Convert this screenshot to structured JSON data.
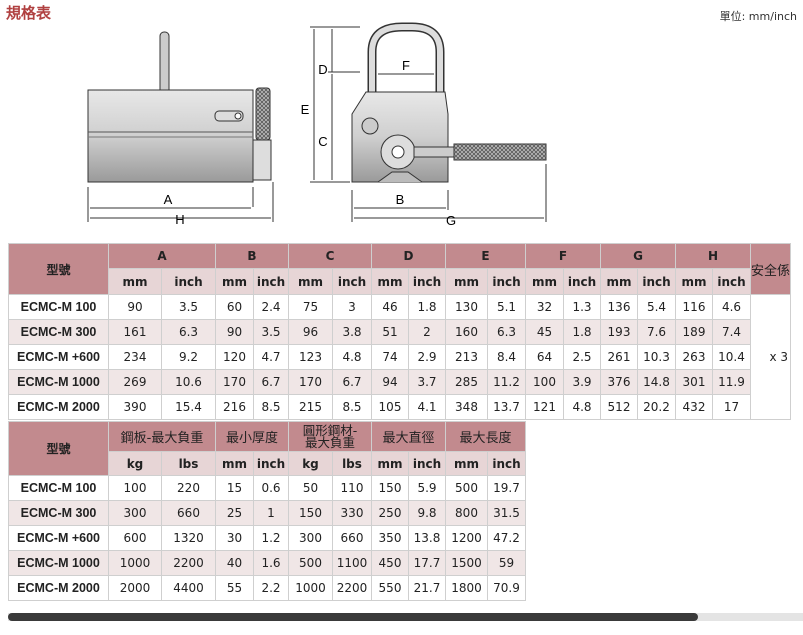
{
  "page": {
    "title": "規格表",
    "unit": "單位: mm/inch"
  },
  "diagram": {
    "left_labels": {
      "a": "A",
      "h": "H"
    },
    "right_labels": {
      "d": "D",
      "f": "F",
      "e": "E",
      "c": "C",
      "b": "B",
      "g": "G"
    }
  },
  "table1": {
    "model_header": "型號",
    "groups": [
      "A",
      "B",
      "C",
      "D",
      "E",
      "F",
      "G",
      "H"
    ],
    "safety_header": "安全係",
    "safety_value": "x 3",
    "units": [
      "mm",
      "inch"
    ],
    "rows": [
      {
        "model": "ECMC-M 100",
        "values": [
          "90",
          "3.5",
          "60",
          "2.4",
          "75",
          "3",
          "46",
          "1.8",
          "130",
          "5.1",
          "32",
          "1.3",
          "136",
          "5.4",
          "116",
          "4.6"
        ]
      },
      {
        "model": "ECMC-M 300",
        "values": [
          "161",
          "6.3",
          "90",
          "3.5",
          "96",
          "3.8",
          "51",
          "2",
          "160",
          "6.3",
          "45",
          "1.8",
          "193",
          "7.6",
          "189",
          "7.4"
        ]
      },
      {
        "model": "ECMC-M +600",
        "values": [
          "234",
          "9.2",
          "120",
          "4.7",
          "123",
          "4.8",
          "74",
          "2.9",
          "213",
          "8.4",
          "64",
          "2.5",
          "261",
          "10.3",
          "263",
          "10.4"
        ]
      },
      {
        "model": "ECMC-M 1000",
        "values": [
          "269",
          "10.6",
          "170",
          "6.7",
          "170",
          "6.7",
          "94",
          "3.7",
          "285",
          "11.2",
          "100",
          "3.9",
          "376",
          "14.8",
          "301",
          "11.9"
        ]
      },
      {
        "model": "ECMC-M 2000",
        "values": [
          "390",
          "15.4",
          "216",
          "8.5",
          "215",
          "8.5",
          "105",
          "4.1",
          "348",
          "13.7",
          "121",
          "4.8",
          "512",
          "20.2",
          "432",
          "17"
        ]
      }
    ]
  },
  "table2": {
    "model_header": "型號",
    "groups": [
      {
        "label": "鋼板-最大負重",
        "units": [
          "kg",
          "lbs"
        ]
      },
      {
        "label": "最小厚度",
        "units": [
          "mm",
          "inch"
        ]
      },
      {
        "label_line1": "圓形鋼材-",
        "label_line2": "最大負重",
        "units": [
          "kg",
          "lbs"
        ]
      },
      {
        "label": "最大直徑",
        "units": [
          "mm",
          "inch"
        ]
      },
      {
        "label": "最大長度",
        "units": [
          "mm",
          "inch"
        ]
      }
    ],
    "rows": [
      {
        "model": "ECMC-M 100",
        "values": [
          "100",
          "220",
          "15",
          "0.6",
          "50",
          "110",
          "150",
          "5.9",
          "500",
          "19.7"
        ]
      },
      {
        "model": "ECMC-M 300",
        "values": [
          "300",
          "660",
          "25",
          "1",
          "150",
          "330",
          "250",
          "9.8",
          "800",
          "31.5"
        ]
      },
      {
        "model": "ECMC-M +600",
        "values": [
          "600",
          "1320",
          "30",
          "1.2",
          "300",
          "660",
          "350",
          "13.8",
          "1200",
          "47.2"
        ]
      },
      {
        "model": "ECMC-M 1000",
        "values": [
          "1000",
          "2200",
          "40",
          "1.6",
          "500",
          "1100",
          "450",
          "17.7",
          "1500",
          "59"
        ]
      },
      {
        "model": "ECMC-M 2000",
        "values": [
          "2000",
          "4400",
          "55",
          "2.2",
          "1000",
          "2200",
          "550",
          "21.7",
          "1800",
          "70.9"
        ]
      }
    ]
  },
  "colors": {
    "title": "#b04040",
    "header": "#c28a8e",
    "subheader": "#e7d5d6",
    "alt_row": "#f0e6e6"
  }
}
